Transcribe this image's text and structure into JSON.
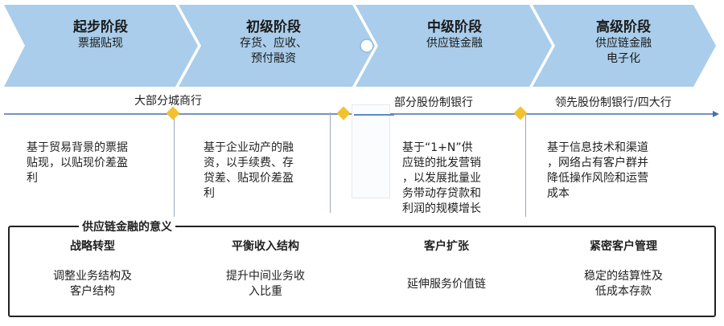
{
  "stages": [
    {
      "title": "起步阶段",
      "lines": [
        "票据贴现"
      ]
    },
    {
      "title": "初级阶段",
      "lines": [
        "存货、应收、",
        "预付融资"
      ]
    },
    {
      "title": "中级阶段",
      "lines": [
        "供应链金融"
      ]
    },
    {
      "title": "高级阶段",
      "lines": [
        "供应链金融",
        "电子化"
      ]
    }
  ],
  "banks": [
    "大部分城商行",
    "部分股份制银行",
    "领先股份制银行/四大行"
  ],
  "descriptions": [
    [
      "基于贸易背景的票据",
      "贴现，以贴现价差盈",
      "利"
    ],
    [
      "基于企业动产的融",
      "资，以手续费、存",
      "贷差、贴现价差盈",
      "利"
    ],
    [
      "基于“1+N”供",
      "应链的批发营销",
      "，以发展批量业",
      "务带动存贷款和",
      "利润的规模增长"
    ],
    [
      "基于信息技术和渠道",
      "，网络占有客户群并",
      "降低操作风险和运营",
      "成本"
    ]
  ],
  "significance": {
    "title": "供应链金融的意义",
    "items": [
      {
        "head": "战略转型",
        "lines": [
          "调整业务结构及",
          "客户结构"
        ]
      },
      {
        "head": "平衡收入结构",
        "lines": [
          "提升中间业务收",
          "入比重"
        ]
      },
      {
        "head": "客户扩张",
        "lines": [
          "延伸服务价值链"
        ]
      },
      {
        "head": "紧密客户管理",
        "lines": [
          "稳定的结算性及",
          "低成本存款"
        ]
      }
    ]
  },
  "colors": {
    "chevron": "#a9cdea",
    "chevron_dark": "#8cbbe0",
    "axis": "#4a6fa5",
    "marker": "#f2c12e"
  }
}
